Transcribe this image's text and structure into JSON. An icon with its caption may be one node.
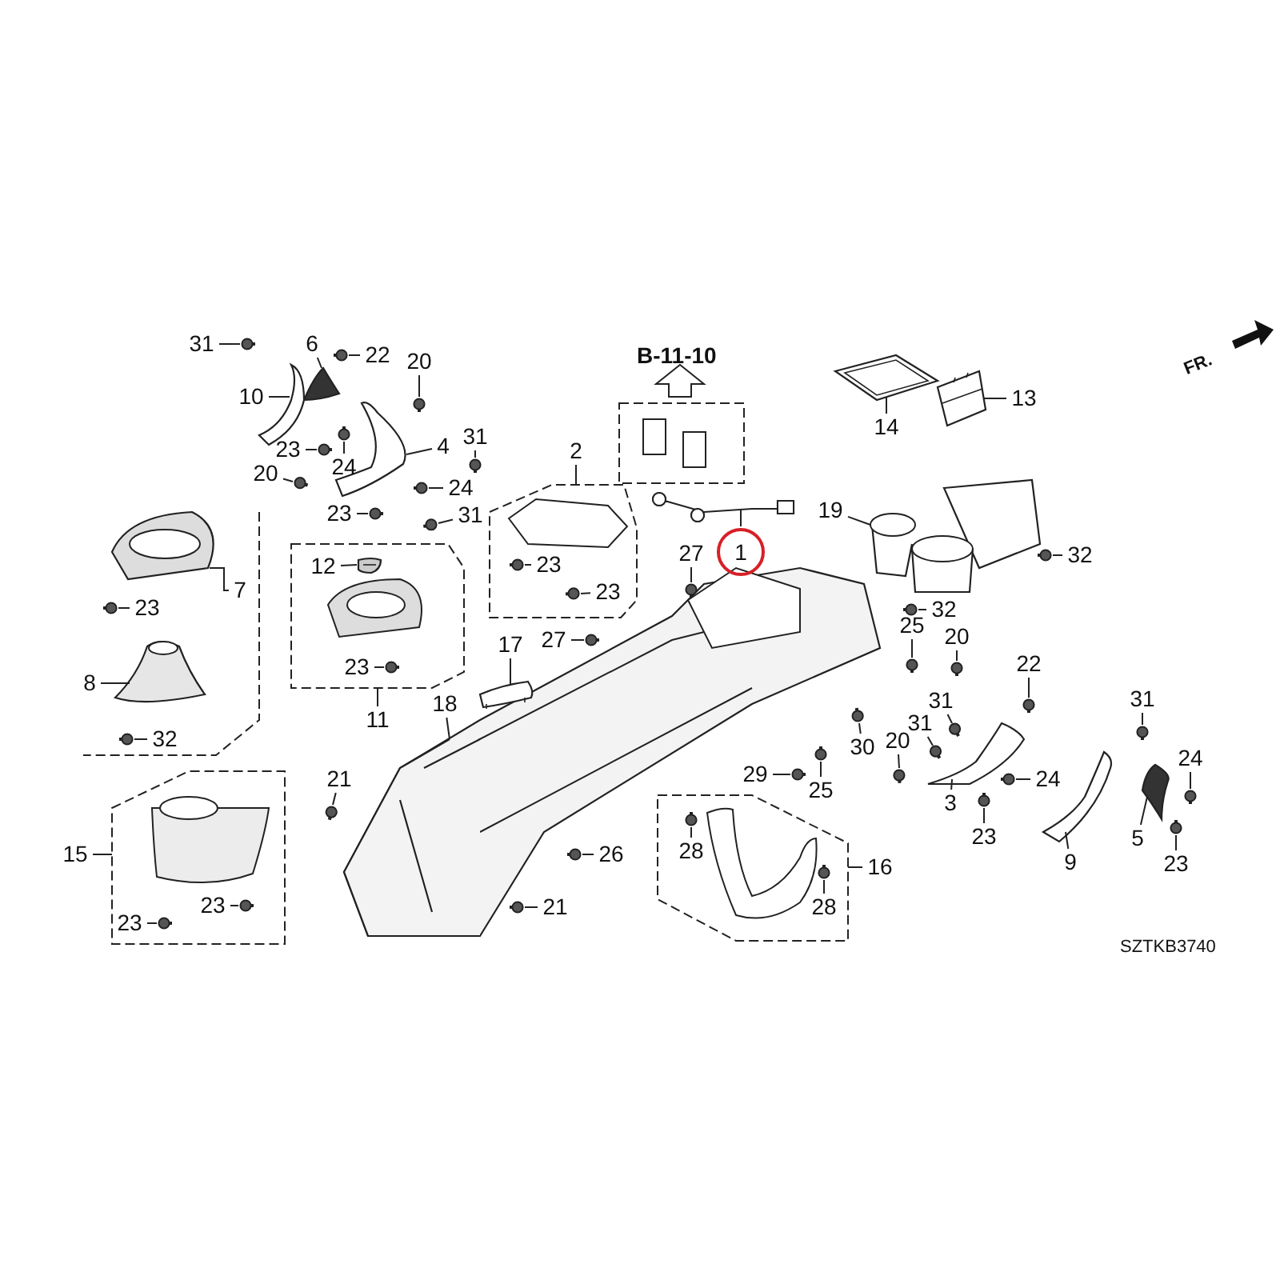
{
  "diagram": {
    "nodes": [
      {
        "text": [],
        "shape": "box"
      },
      {
        "text": [],
        "shape": "box"
      },
      {
        "text": [],
        "shape": "box"
      },
      {
        "text": [],
        "shape": "box"
      },
      {
        "text": [
          "31"
        ]
      },
      {
        "text": [
          "6"
        ]
      },
      {
        "text": [
          "22"
        ]
      },
      {
        "text": [
          "10"
        ]
      },
      {
        "text": [
          "20"
        ]
      },
      {
        "text": [
          "4"
        ]
      },
      {
        "text": [
          "31"
        ]
      },
      {
        "text": [
          "23"
        ]
      },
      {
        "text": [
          "24"
        ]
      },
      {
        "text": [
          "20"
        ]
      },
      {
        "text": [
          "24"
        ]
      },
      {
        "text": [
          "23"
        ]
      },
      {
        "text": [
          "31"
        ]
      },
      {
        "text": [
          "7"
        ]
      },
      {
        "text": [
          "23"
        ]
      },
      {
        "text": [
          "12"
        ],
        "in": 0
      },
      {
        "text": [
          "8"
        ]
      },
      {
        "text": [
          "32"
        ]
      },
      {
        "text": [
          "23"
        ],
        "in": 0
      },
      {
        "text": [
          "11"
        ]
      },
      {
        "text": [
          "2"
        ]
      },
      {
        "text": [
          "23"
        ],
        "in": 1
      },
      {
        "text": [
          "23"
        ],
        "in": 1
      },
      {
        "text": [
          "1"
        ]
      },
      {
        "text": [
          "14"
        ]
      },
      {
        "text": [
          "13"
        ]
      },
      {
        "text": [
          "19"
        ]
      },
      {
        "text": [
          "32"
        ]
      },
      {
        "text": [
          "32"
        ]
      },
      {
        "text": [
          "27"
        ]
      },
      {
        "text": [
          "27"
        ]
      },
      {
        "text": [
          "17"
        ]
      },
      {
        "text": [
          "25"
        ]
      },
      {
        "text": [
          "20"
        ]
      },
      {
        "text": [
          "22"
        ]
      },
      {
        "text": [
          "31"
        ]
      },
      {
        "text": [
          "31"
        ]
      },
      {
        "text": [
          "20"
        ]
      },
      {
        "text": [
          "30"
        ]
      },
      {
        "text": [
          "25"
        ]
      },
      {
        "text": [
          "3"
        ]
      },
      {
        "text": [
          "24"
        ]
      },
      {
        "text": [
          "23"
        ]
      },
      {
        "text": [
          "31"
        ]
      },
      {
        "text": [
          "24"
        ]
      },
      {
        "text": [
          "9"
        ]
      },
      {
        "text": [
          "5"
        ]
      },
      {
        "text": [
          "23"
        ]
      },
      {
        "text": [
          "18"
        ]
      },
      {
        "text": [
          "21"
        ]
      },
      {
        "text": [
          "26"
        ]
      },
      {
        "text": [
          "21"
        ]
      },
      {
        "text": [
          "29"
        ]
      },
      {
        "text": [
          "28"
        ],
        "in": 3
      },
      {
        "text": [
          "28"
        ],
        "in": 3
      },
      {
        "text": [
          "16"
        ]
      },
      {
        "text": [
          "15"
        ]
      },
      {
        "text": [
          "23"
        ],
        "in": 2
      },
      {
        "text": [
          "23"
        ],
        "in": 2
      },
      {
        "text": [],
        "shape": "circle"
      },
      {
        "text": [],
        "shape": "picture"
      },
      {
        "text": [],
        "shape": "circle"
      },
      {
        "text": [],
        "shape": "picture"
      },
      {
        "text": [],
        "shape": "circle"
      },
      {
        "text": [],
        "shape": "picture"
      },
      {
        "text": [],
        "shape": "circle"
      },
      {
        "text": [],
        "shape": "circle"
      },
      {
        "text": [],
        "shape": "circle"
      },
      {
        "text": [],
        "shape": "circle"
      },
      {
        "text": [],
        "shape": "circle"
      },
      {
        "text": [],
        "shape": "circle"
      },
      {
        "text": [],
        "shape": "circle"
      },
      {
        "text": [],
        "shape": "picture"
      },
      {
        "text": [],
        "shape": "circle"
      },
      {
        "text": [],
        "shape": "box",
        "in": 0
      },
      {
        "text": [],
        "shape": "picture"
      },
      {
        "text": [],
        "shape": "circle"
      },
      {
        "text": [],
        "shape": "circle",
        "in": 0
      },
      {
        "text": [],
        "shape": "circle",
        "in": 1
      },
      {
        "text": [],
        "shape": "circle",
        "in": 1
      },
      {
        "text": [],
        "shape": "picture"
      },
      {
        "text": [],
        "shape": "picture"
      },
      {
        "text": [],
        "shape": "picture"
      },
      {
        "text": [],
        "shape": "picture"
      },
      {
        "text": [],
        "shape": "circle"
      },
      {
        "text": [],
        "shape": "circle"
      },
      {
        "text": [],
        "shape": "circle"
      },
      {
        "text": [],
        "shape": "circle"
      },
      {
        "text": [],
        "shape": "picture"
      },
      {
        "text": [],
        "shape": "circle"
      },
      {
        "text": [],
        "shape": "circle"
      },
      {
        "text": [],
        "shape": "circle"
      },
      {
        "text": [],
        "shape": "circle"
      },
      {
        "text": [],
        "shape": "circle"
      },
      {
        "text": [],
        "shape": "circle"
      },
      {
        "text": [],
        "shape": "circle"
      },
      {
        "text": [],
        "shape": "circle"
      },
      {
        "text": [],
        "shape": "picture"
      },
      {
        "text": [],
        "shape": "circle"
      },
      {
        "text": [],
        "shape": "circle"
      },
      {
        "text": [],
        "shape": "circle"
      },
      {
        "text": [],
        "shape": "circle"
      },
      {
        "text": [],
        "shape": "picture"
      },
      {
        "text": [],
        "shape": "picture"
      },
      {
        "text": [],
        "shape": "circle"
      },
      {
        "text": [],
        "shape": "picture"
      },
      {
        "text": [],
        "shape": "circle"
      },
      {
        "text": [],
        "shape": "circle"
      },
      {
        "text": [],
        "shape": "circle"
      },
      {
        "text": [],
        "shape": "circle"
      },
      {
        "text": [],
        "shape": "circle",
        "in": 3
      },
      {
        "text": [],
        "shape": "circle",
        "in": 3
      },
      {
        "text": [],
        "shape": "circle",
        "in": 2
      },
      {
        "text": [],
        "shape": "circle",
        "in": 2
      }
    ],
    "edges": [
      {
        "from": 4,
        "to": 63,
        "arrow": "none"
      },
      {
        "from": 5,
        "to": 64,
        "arrow": "none"
      },
      {
        "from": 6,
        "to": 65,
        "arrow": "none"
      },
      {
        "from": 7,
        "to": 66,
        "arrow": "none"
      },
      {
        "from": 8,
        "to": 67,
        "arrow": "none"
      },
      {
        "from": 9,
        "to": 68,
        "arrow": "none"
      },
      {
        "from": 10,
        "to": 69,
        "arrow": "none"
      },
      {
        "from": 11,
        "to": 70,
        "arrow": "none"
      },
      {
        "from": 12,
        "to": 71,
        "arrow": "none"
      },
      {
        "from": 13,
        "to": 72,
        "arrow": "none"
      },
      {
        "from": 14,
        "to": 73,
        "arrow": "none"
      },
      {
        "from": 15,
        "to": 74,
        "arrow": "none"
      },
      {
        "from": 16,
        "to": 75,
        "arrow": "none"
      },
      {
        "from": 17,
        "to": 76,
        "arrow": "none"
      },
      {
        "from": 18,
        "to": 77,
        "arrow": "none"
      },
      {
        "from": 19,
        "to": 78,
        "arrow": "none"
      },
      {
        "from": 20,
        "to": 79,
        "arrow": "none"
      },
      {
        "from": 21,
        "to": 80,
        "arrow": "none"
      },
      {
        "from": 22,
        "to": 81,
        "arrow": "none"
      },
      {
        "from": 23,
        "to": 0,
        "arrow": "none"
      },
      {
        "from": 24,
        "to": 1,
        "arrow": "none"
      },
      {
        "from": 25,
        "to": 82,
        "arrow": "none"
      },
      {
        "from": 26,
        "to": 83,
        "arrow": "none"
      },
      {
        "from": 27,
        "to": 84,
        "arrow": "none"
      },
      {
        "from": 28,
        "to": 85,
        "arrow": "none"
      },
      {
        "from": 29,
        "to": 86,
        "arrow": "none"
      },
      {
        "from": 30,
        "to": 87,
        "arrow": "none"
      },
      {
        "from": 31,
        "to": 88,
        "arrow": "none"
      },
      {
        "from": 32,
        "to": 89,
        "arrow": "none"
      },
      {
        "from": 33,
        "to": 90,
        "arrow": "none"
      },
      {
        "from": 34,
        "to": 91,
        "arrow": "none"
      },
      {
        "from": 35,
        "to": 92,
        "arrow": "none"
      },
      {
        "from": 36,
        "to": 93,
        "arrow": "none"
      },
      {
        "from": 37,
        "to": 94,
        "arrow": "none"
      },
      {
        "from": 38,
        "to": 95,
        "arrow": "none"
      },
      {
        "from": 39,
        "to": 96,
        "arrow": "none"
      },
      {
        "from": 40,
        "to": 97,
        "arrow": "none"
      },
      {
        "from": 41,
        "to": 98,
        "arrow": "none"
      },
      {
        "from": 42,
        "to": 99,
        "arrow": "none"
      },
      {
        "from": 43,
        "to": 100,
        "arrow": "none"
      },
      {
        "from": 44,
        "to": 101,
        "arrow": "none"
      },
      {
        "from": 45,
        "to": 102,
        "arrow": "none"
      },
      {
        "from": 46,
        "to": 103,
        "arrow": "none"
      },
      {
        "from": 47,
        "to": 104,
        "arrow": "none"
      },
      {
        "from": 48,
        "to": 105,
        "arrow": "none"
      },
      {
        "from": 49,
        "to": 106,
        "arrow": "none"
      },
      {
        "from": 50,
        "to": 107,
        "arrow": "none"
      },
      {
        "from": 51,
        "to": 108,
        "arrow": "none"
      },
      {
        "from": 52,
        "to": 109,
        "arrow": "none"
      },
      {
        "from": 53,
        "to": 110,
        "arrow": "none"
      },
      {
        "from": 54,
        "to": 111,
        "arrow": "none"
      },
      {
        "from": 55,
        "to": 112,
        "arrow": "none"
      },
      {
        "from": 56,
        "to": 113,
        "arrow": "none"
      },
      {
        "from": 57,
        "to": 114,
        "arrow": "none"
      },
      {
        "from": 58,
        "to": 115,
        "arrow": "none"
      },
      {
        "from": 59,
        "to": 3,
        "arrow": "none"
      },
      {
        "from": 60,
        "to": 2,
        "arrow": "none"
      },
      {
        "from": 61,
        "to": 116,
        "arrow": "none"
      },
      {
        "from": 62,
        "to": 117,
        "arrow": "none"
      }
    ],
    "labels": [
      "B-11-10",
      "FR.",
      "SZTKB3740"
    ]
  }
}
